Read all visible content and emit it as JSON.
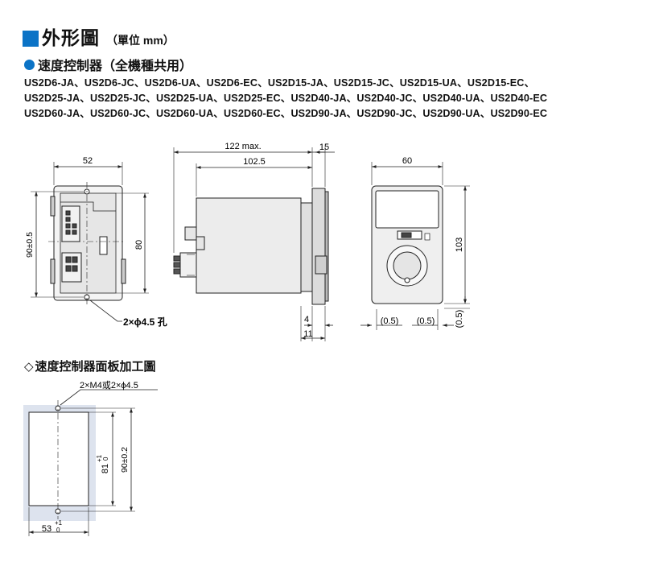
{
  "header": {
    "title": "外形圖",
    "unit": "（單位 mm）",
    "accent_color": "#0b73c6"
  },
  "section1": {
    "title": "速度控制器（全機種共用）",
    "model_lines": [
      "US2D6-JA、US2D6-JC、US2D6-UA、US2D6-EC、US2D15-JA、US2D15-JC、US2D15-UA、US2D15-EC、",
      "US2D25-JA、US2D25-JC、US2D25-UA、US2D25-EC、US2D40-JA、US2D40-JC、US2D40-UA、US2D40-EC",
      "US2D60-JA、US2D60-JC、US2D60-UA、US2D60-EC、US2D90-JA、US2D90-JC、US2D90-UA、US2D90-EC"
    ]
  },
  "back_view": {
    "width": "52",
    "height_tol": "90±0.5",
    "inner_height": "80",
    "holes": "2×ϕ4.5 孔"
  },
  "side_view": {
    "overall": "122 max.",
    "body": "102.5",
    "flange": "15",
    "dim_4": "4",
    "dim_11": "11"
  },
  "front_view": {
    "width": "60",
    "height": "103",
    "margin_left": "(0.5)",
    "margin_right": "(0.5)",
    "margin_bottom": "(0.5)"
  },
  "section2": {
    "title": "速度控制器面板加工圖",
    "holes": "2×M4或2×ϕ4.5",
    "cut_width": "53",
    "cut_width_tol_up": "+1",
    "cut_width_tol_low": "0",
    "cut_height": "81",
    "cut_height_tol_up": "+1",
    "cut_height_tol_low": "0",
    "pitch": "90±0.2"
  }
}
